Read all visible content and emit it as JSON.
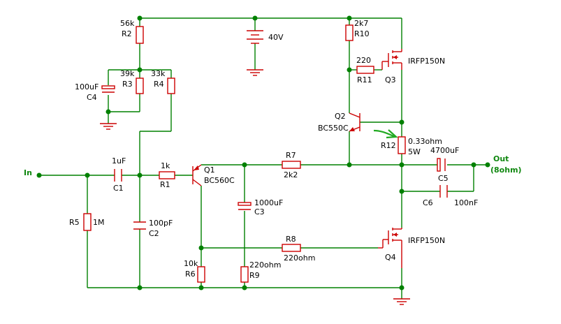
{
  "labels": {
    "r2": {
      "name": "R2",
      "value": "56k"
    },
    "r3": {
      "name": "R3",
      "value": "39k"
    },
    "r4": {
      "name": "R4",
      "value": "33k"
    },
    "c4": {
      "name": "C4",
      "value": "100uF"
    },
    "supply": {
      "value": "40V"
    },
    "r10": {
      "name": "R10",
      "value": "2k7"
    },
    "r11": {
      "name": "R11",
      "value": "220"
    },
    "q3": {
      "name": "Q3",
      "value": "IRFP150N"
    },
    "q2": {
      "name": "Q2",
      "value": "BC550C"
    },
    "r12": {
      "name": "R12",
      "value": "0.33ohm",
      "rating": "5W"
    },
    "c5": {
      "name": "C5",
      "value": "4700uF"
    },
    "out": {
      "label": "Out",
      "load": "(8ohm)"
    },
    "in": {
      "label": "In"
    },
    "c1": {
      "name": "C1",
      "value": "1uF"
    },
    "r1": {
      "name": "R1",
      "value": "1k"
    },
    "q1": {
      "name": "Q1",
      "value": "BC560C"
    },
    "r7": {
      "name": "R7",
      "value": "2k2"
    },
    "r5": {
      "name": "R5",
      "value": "1M"
    },
    "c2": {
      "name": "C2",
      "value": "100pF"
    },
    "c3": {
      "name": "C3",
      "value": "1000uF"
    },
    "c6": {
      "name": "C6",
      "value": "100nF"
    },
    "q4": {
      "name": "Q4",
      "value": "IRFP150N"
    },
    "r8": {
      "name": "R8",
      "value": "220ohm"
    },
    "r6": {
      "name": "R6",
      "value": "10k"
    },
    "r9": {
      "name": "R9",
      "value": "220ohm"
    }
  },
  "colors": {
    "wire": "#008000",
    "component": "#cc0000",
    "junction": "#008000",
    "io_label": "#118811",
    "annotation_arrow": "#22aa22"
  }
}
